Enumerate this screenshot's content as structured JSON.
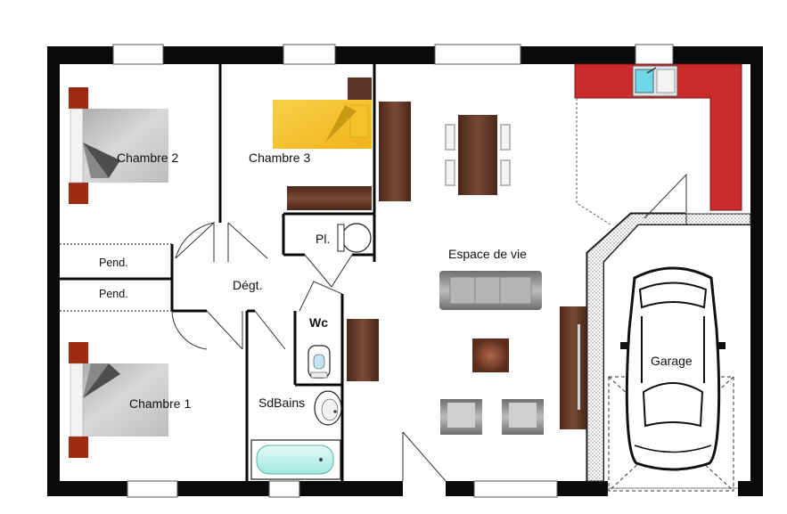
{
  "rooms": {
    "chambre2": "Chambre 2",
    "chambre3": "Chambre 3",
    "chambre1": "Chambre 1",
    "placard": "Pl.",
    "pend1": "Pend.",
    "pend2": "Pend.",
    "degagement": "Dégt.",
    "wc": "Wc",
    "sdbains": "SdBains",
    "espace_de_vie": "Espace de vie",
    "garage": "Garage"
  },
  "colors": {
    "wall": "#0a0a0a",
    "bed_grey": "#c9c9c9",
    "bed_yellow": "#f5c52a",
    "headboard": "#9e2a12",
    "furniture_brown": "#5a3426",
    "kitchen_red": "#cc2b2b",
    "sofa_grey": "#8a8a8a",
    "bath_cyan": "#bff2ec"
  }
}
